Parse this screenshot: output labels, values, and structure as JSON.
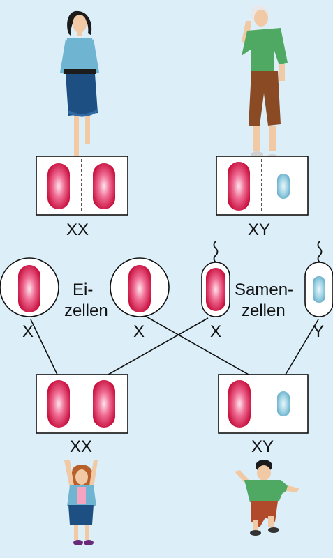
{
  "parents": {
    "mother": {
      "chromosomes": "XX"
    },
    "father": {
      "chromosomes": "XY"
    }
  },
  "gametes": {
    "egg_label_line1": "Ei-",
    "egg_label_line2": "zellen",
    "sperm_label_line1": "Samen-",
    "sperm_label_line2": "zellen",
    "cells": [
      "X",
      "X",
      "X",
      "Y"
    ]
  },
  "children": {
    "daughter": {
      "chromosomes": "XX"
    },
    "son": {
      "chromosomes": "XY"
    }
  },
  "colors": {
    "background": "#dceef8",
    "x_chromosome": "#d81b4e",
    "y_chromosome": "#6fb7d2"
  }
}
